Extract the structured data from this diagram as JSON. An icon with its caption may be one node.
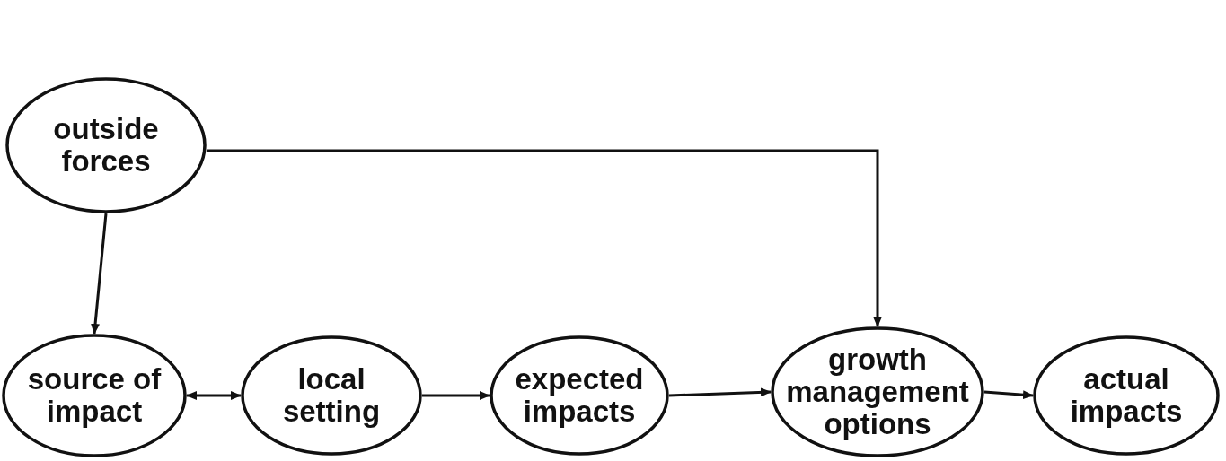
{
  "diagram": {
    "nodes": [
      {
        "text": [
          "outside forces"
        ]
      },
      {
        "text": [
          "source of impact"
        ]
      },
      {
        "text": [
          "local setting"
        ]
      },
      {
        "text": [
          "expected impacts"
        ]
      },
      {
        "text": [
          "growth management options"
        ]
      },
      {
        "text": [
          "actual impacts"
        ]
      }
    ],
    "edges": [
      {
        "from": 0,
        "to": 1,
        "arrow": "to"
      },
      {
        "from": 0,
        "to": 4,
        "arrow": "to"
      },
      {
        "from": 1,
        "to": 2,
        "arrow": "both"
      },
      {
        "from": 2,
        "to": 3,
        "arrow": "to"
      },
      {
        "from": 3,
        "to": 4,
        "arrow": "to"
      },
      {
        "from": 4,
        "to": 5,
        "arrow": "to"
      }
    ]
  }
}
